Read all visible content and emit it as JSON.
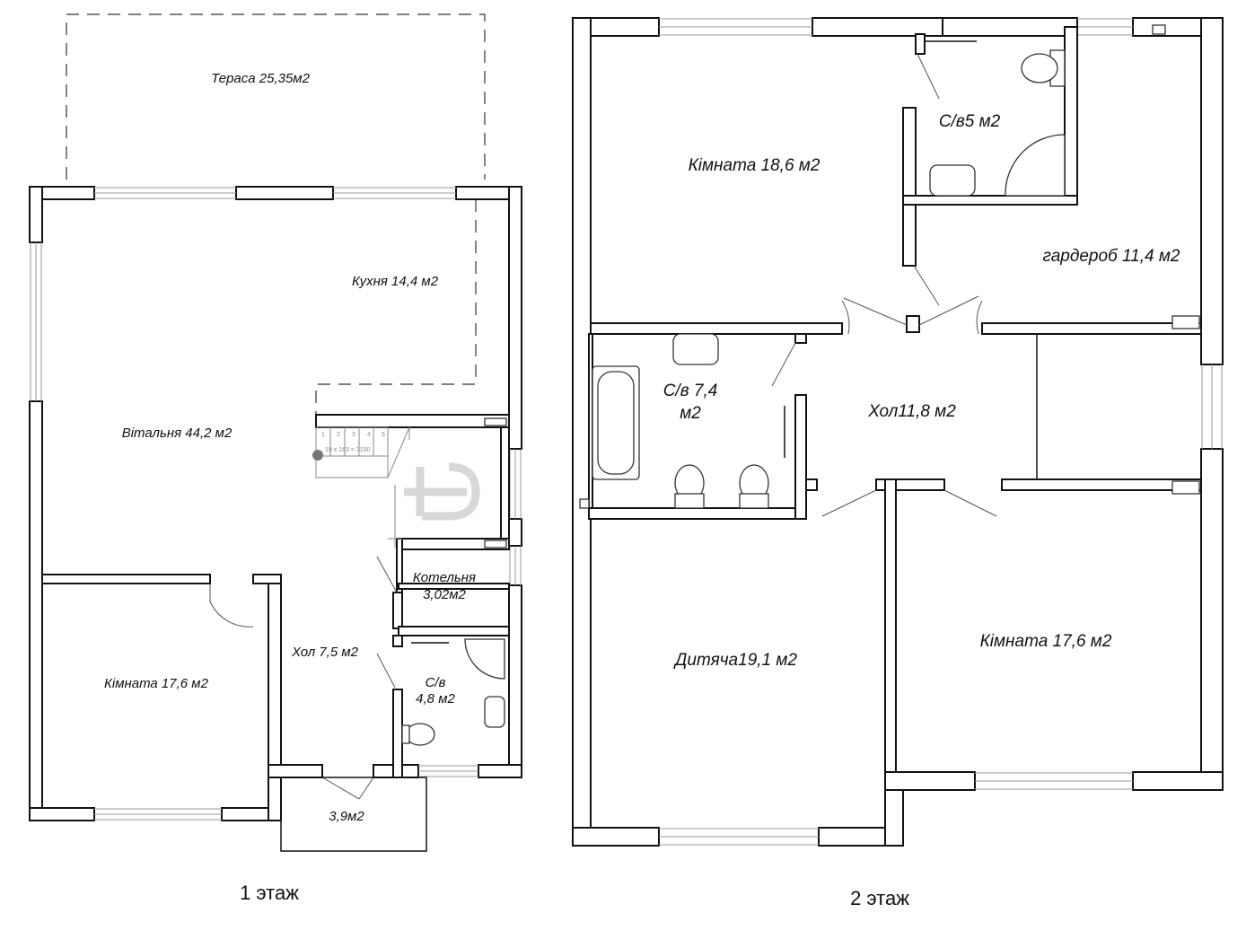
{
  "floors": [
    {
      "caption": "1 этаж",
      "rooms": [
        {
          "name": "Тераса",
          "area": "25,35м2"
        },
        {
          "name": "Кухня",
          "area": "14,4 м2"
        },
        {
          "name": "Вітальня",
          "area": "44,2 м2"
        },
        {
          "name": "Кімната",
          "area": "17,6 м2"
        },
        {
          "name": "Хол",
          "area": "7,5 м2"
        },
        {
          "name": "Котельня",
          "area": "3,02м2"
        },
        {
          "name": "С/в",
          "area": "4,8 м2"
        },
        {
          "name": "",
          "area": "3,9м2"
        }
      ],
      "stair_note": "19 x 163 = 3100",
      "stair_steps": [
        "1",
        "2",
        "3",
        "4",
        "5"
      ]
    },
    {
      "caption": "2 этаж",
      "rooms": [
        {
          "name": "Кімната",
          "area": "18,6 м2"
        },
        {
          "name": "С/в5",
          "area": "м2"
        },
        {
          "name": "гардероб",
          "area": "11,4 м2"
        },
        {
          "name": "С/в",
          "area": "7,4 м2"
        },
        {
          "name": "Хол11,8",
          "area": "м2"
        },
        {
          "name": "Дитяча19,1",
          "area": "м2"
        },
        {
          "name": "Кімната",
          "area": "17,6 м2"
        }
      ]
    }
  ],
  "labels": {
    "f1_terrace": "Тераса 25,35м2",
    "f1_kitchen": "Кухня 14,4 м2",
    "f1_living": "Вітальня 44,2 м2",
    "f1_room": "Кімната 17,6 м2",
    "f1_hall": "Хол 7,5 м2",
    "f1_boiler_name": "Котельня",
    "f1_boiler_area": "3,02м2",
    "f1_wc_name": "С/в",
    "f1_wc_area": "4,8 м2",
    "f1_porch": "3,9м2",
    "f2_room1": "Кімната 18,6 м2",
    "f2_wc1": "С/в5 м2",
    "f2_wardrobe": "гардероб 11,4 м2",
    "f2_wc2_l1": "С/в 7,4",
    "f2_wc2_l2": "м2",
    "f2_hall": "Хол11,8 м2",
    "f2_kids": "Дитяча19,1 м2",
    "f2_room2": "Кімната 17,6 м2"
  }
}
